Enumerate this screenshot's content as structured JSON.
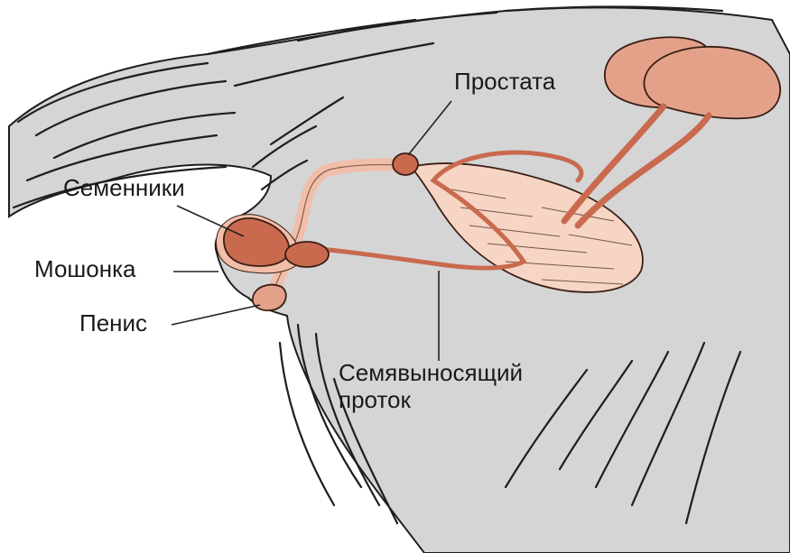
{
  "labels": {
    "prostate": "Простата",
    "testes": "Семенники",
    "scrotum": "Мошонка",
    "penis": "Пенис",
    "vas_deferens_line1": "Семявыносящий",
    "vas_deferens_line2": "проток"
  },
  "colors": {
    "body_fill": "#d5d5d5",
    "fur_stroke": "#1e1e1e",
    "organ_fill": "#c96a4f",
    "organ_light": "#f1bea9",
    "organ_dark": "#a84a34",
    "bladder_fill": "#f6d5c4",
    "outline": "#3a1e14",
    "leader_line": "#222222"
  }
}
